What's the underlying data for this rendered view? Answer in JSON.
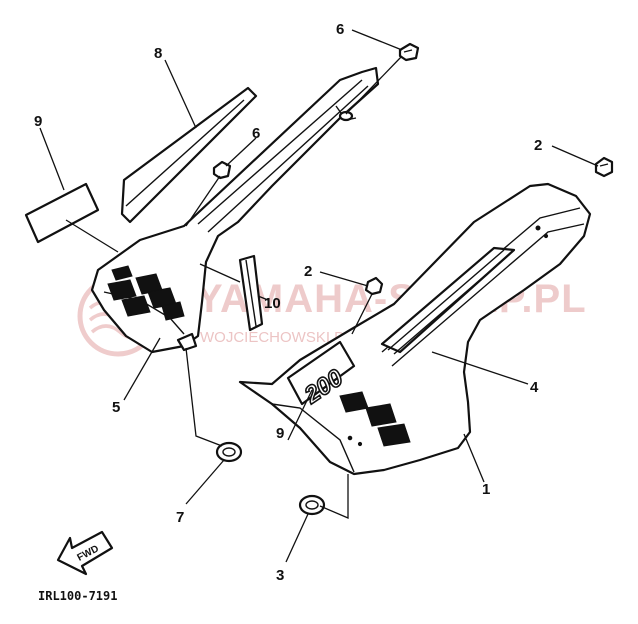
{
  "diagram": {
    "callouts": {
      "c1": "1",
      "c2a": "2",
      "c2b": "2",
      "c3": "3",
      "c4": "4",
      "c5": "5",
      "c6a": "6",
      "c6b": "6",
      "c7": "7",
      "c8": "8",
      "c9a": "9",
      "c9b": "9",
      "c10": "10"
    },
    "emblem_text": "200",
    "fwd_label": "FWD",
    "part_code": "IRL100-7191"
  },
  "watermark": {
    "brand": "YAMAHA-SKLEP.PL",
    "subtitle": "WOJCIECHOWSKI DEALER YAMAHA",
    "colors": {
      "tint": "#e8b6b6"
    }
  }
}
